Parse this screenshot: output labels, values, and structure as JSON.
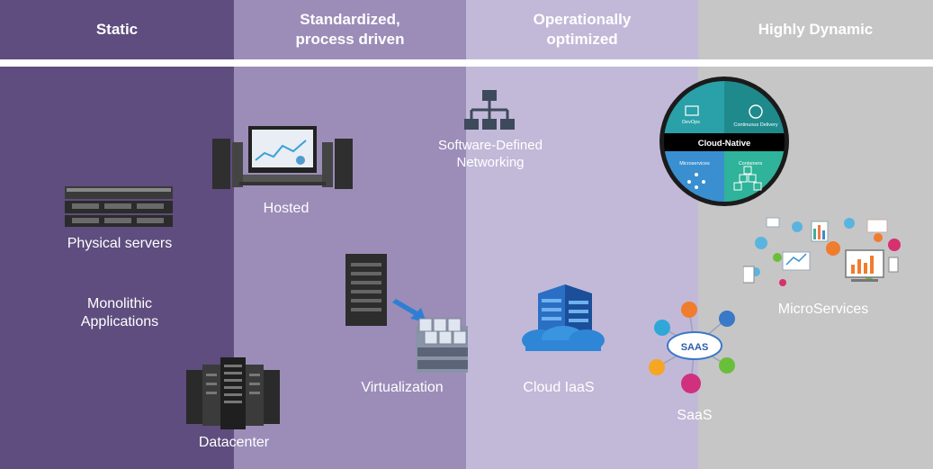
{
  "stages": [
    {
      "title": "Static",
      "color": "#5e4d7e"
    },
    {
      "title": "Standardized, process driven",
      "color": "#9b8db8"
    },
    {
      "title": "Operationally optimized",
      "color": "#c2b9d8"
    },
    {
      "title": "Highly Dynamic",
      "color": "#c6c6c6"
    }
  ],
  "labels": {
    "physical_servers": "Physical servers",
    "monolithic": "Monolithic Applications",
    "datacenter": "Datacenter",
    "hosted": "Hosted",
    "virtualization": "Virtualization",
    "sdn": "Software-Defined Networking",
    "cloud_iaas": "Cloud IaaS",
    "saas": "SaaS",
    "microservices": "MicroServices"
  },
  "cloud_native": {
    "center": "Cloud-Native",
    "quadrants": [
      "DevOps",
      "Continuous Delivery",
      "Microservices",
      "Containers"
    ]
  },
  "saas_badge": "SAAS"
}
